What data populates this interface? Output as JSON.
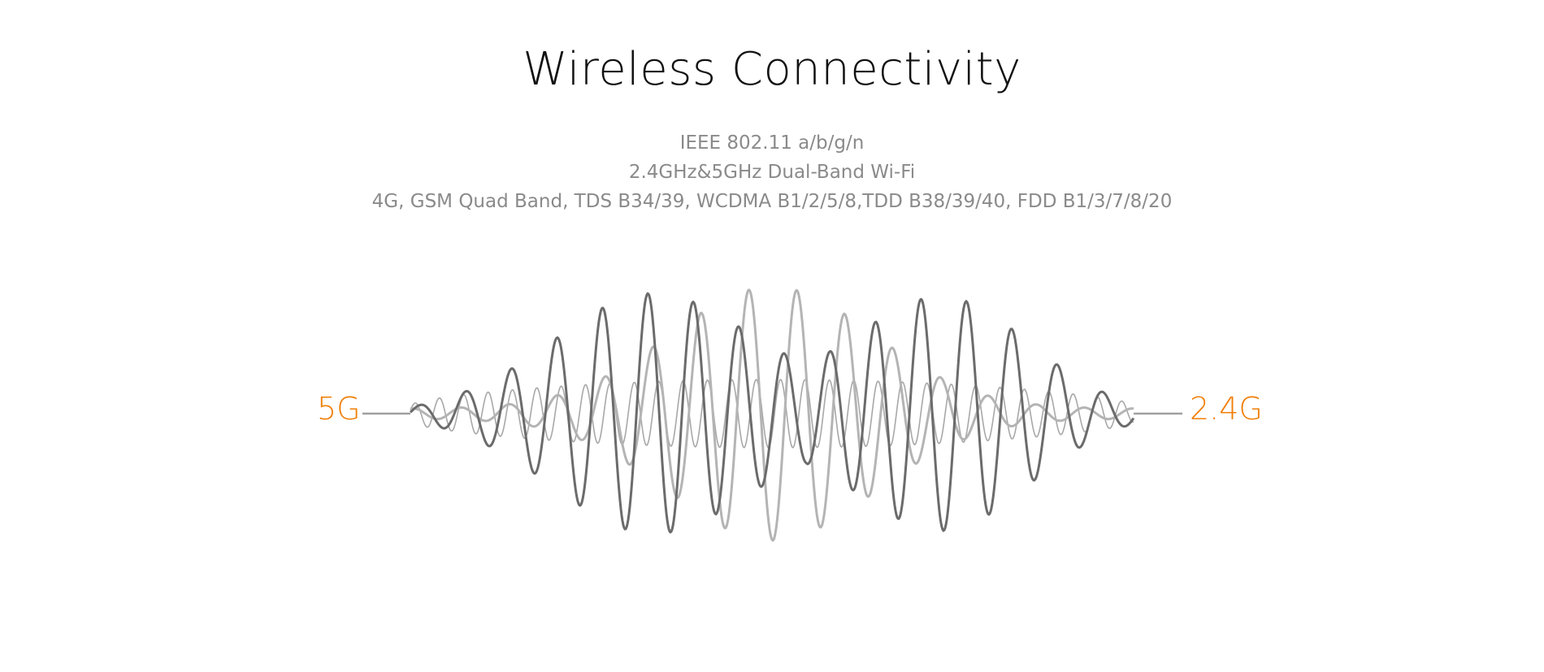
{
  "title": "Wireless Connectivity",
  "specs": [
    "IEEE 802.11 a/b/g/n",
    "2.4GHz&5GHz Dual-Band Wi-Fi",
    "4G, GSM Quad Band, TDS B34/39, WCDMA B1/2/5/8,TDD B38/39/40, FDD B1/3/7/8/20"
  ],
  "bands": {
    "left": "5G",
    "right": "2.4G"
  },
  "colors": {
    "accent": "#f07e06",
    "wave_dark": "#6b6b6b",
    "wave_mid": "#8f8f8f",
    "wave_light": "#b4b4b4",
    "wave_faint": "#a8a8a8"
  }
}
